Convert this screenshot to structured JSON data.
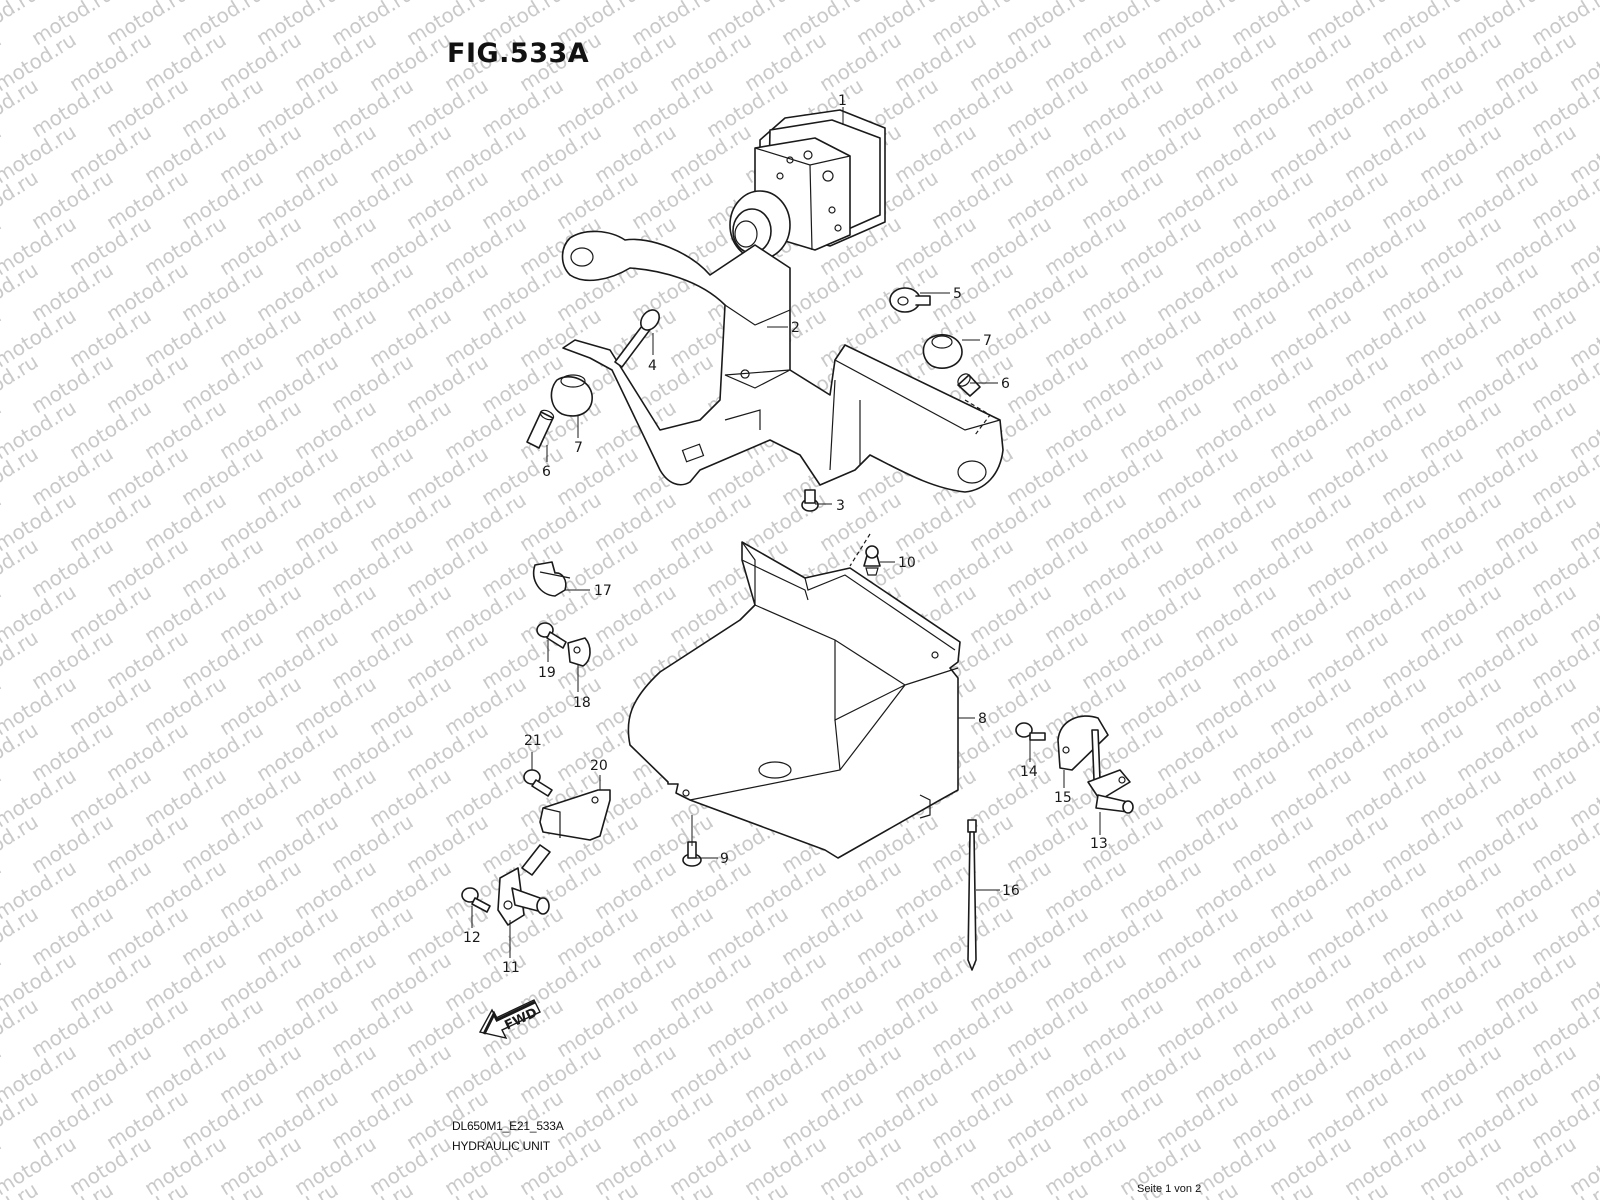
{
  "figure": {
    "title": "FIG.533A",
    "code": "DL650M1_E21_533A",
    "caption": "HYDRAULIC UNIT",
    "page": "Seite 1 von 2",
    "fwd_label": "FWD",
    "watermark": "motod.ru"
  },
  "callouts": {
    "n1": "1",
    "n2": "2",
    "n3": "3",
    "n4": "4",
    "n5": "5",
    "n6a": "6",
    "n6b": "6",
    "n7a": "7",
    "n7b": "7",
    "n8": "8",
    "n9": "9",
    "n10": "10",
    "n11": "11",
    "n12": "12",
    "n13": "13",
    "n14": "14",
    "n15": "15",
    "n16": "16",
    "n17": "17",
    "n18": "18",
    "n19": "19",
    "n20": "20",
    "n21": "21"
  }
}
